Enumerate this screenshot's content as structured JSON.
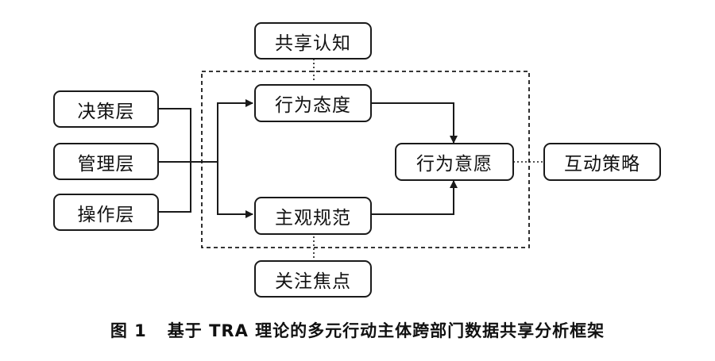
{
  "nodes": {
    "shared_cognition": "共享认知",
    "decision_layer": "决策层",
    "management_layer": "管理层",
    "operation_layer": "操作层",
    "behavioral_attitude": "行为态度",
    "subjective_norm": "主观规范",
    "behavioral_intention": "行为意愿",
    "interaction_strategy": "互动策略",
    "attention_focus": "关注焦点"
  },
  "caption": {
    "figure_number": "图 1",
    "title": "基于 TRA 理论的多元行动主体跨部门数据共享分析框架"
  },
  "colors": {
    "line": "#1a1a1a",
    "background": "#ffffff"
  }
}
